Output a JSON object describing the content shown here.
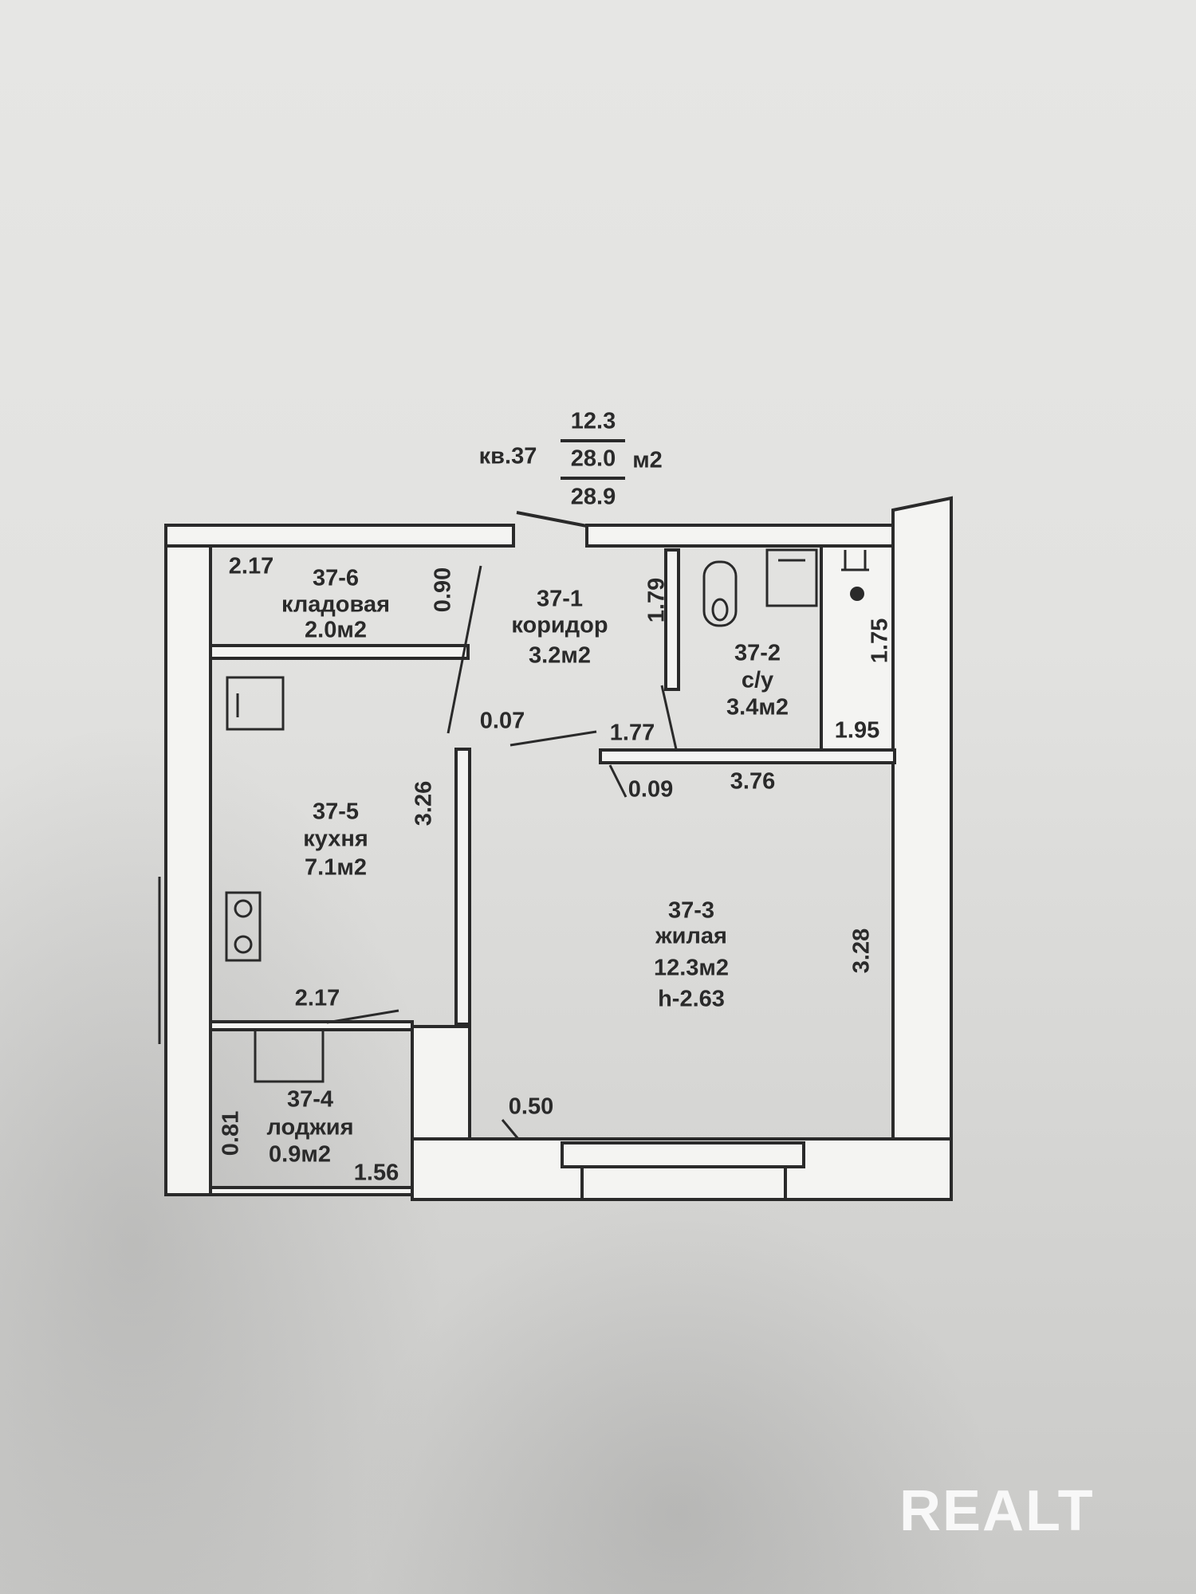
{
  "apartment": {
    "label": "кв.37",
    "living_area": "12.3",
    "total_area": "28.0",
    "gross_area": "28.9",
    "unit": "м2"
  },
  "rooms": [
    {
      "id": "37-1",
      "name": "коридор",
      "area": "3.2м2"
    },
    {
      "id": "37-2",
      "name": "с/у",
      "area": "3.4м2"
    },
    {
      "id": "37-3",
      "name": "жилая",
      "area": "12.3м2",
      "height": "h-2.63"
    },
    {
      "id": "37-4",
      "name": "лоджия",
      "area": "0.9м2"
    },
    {
      "id": "37-5",
      "name": "кухня",
      "area": "7.1м2"
    },
    {
      "id": "37-6",
      "name": "кладовая",
      "area": "2.0м2"
    }
  ],
  "dimensions": {
    "storage_width": "2.17",
    "storage_depth": "0.90",
    "corridor_depth": "1.79",
    "bath_depth": "1.75",
    "bath_width": "1.95",
    "corridor_step": "0.07",
    "corridor_width": "1.77",
    "living_offset": "0.09",
    "living_width": "3.76",
    "kitchen_depth": "3.26",
    "living_depth": "3.28",
    "kitchen_width": "2.17",
    "loggia_depth": "0.81",
    "loggia_width": "1.56",
    "window_offset": "0.50"
  },
  "watermark": "REALT"
}
